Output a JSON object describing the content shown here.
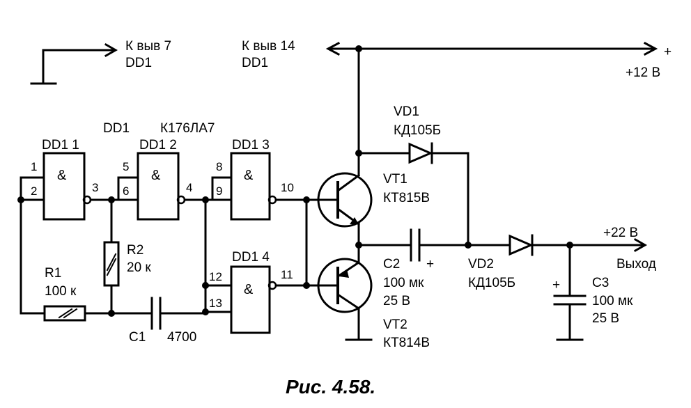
{
  "caption": "Рис. 4.58.",
  "top_labels": {
    "to_pin7": [
      "К выв 7",
      "DD1"
    ],
    "to_pin14": [
      "К выв 14",
      "DD1"
    ],
    "plus12": [
      "+",
      "+12 В"
    ]
  },
  "ic_title": [
    "DD1",
    "К176ЛА7"
  ],
  "gates": [
    {
      "name": "DD1 1",
      "symbol": "&",
      "in_pins": [
        "1",
        "2"
      ],
      "out_pin": "3"
    },
    {
      "name": "DD1 2",
      "symbol": "&",
      "in_pins": [
        "5",
        "6"
      ],
      "out_pin": "4"
    },
    {
      "name": "DD1 3",
      "symbol": "&",
      "in_pins": [
        "8",
        "9"
      ],
      "out_pin": "10"
    },
    {
      "name": "DD1 4",
      "symbol": "&",
      "in_pins": [
        "12",
        "13"
      ],
      "out_pin": "11"
    }
  ],
  "components": {
    "R1": [
      "R1",
      "100 к"
    ],
    "R2": [
      "R2",
      "20 к"
    ],
    "C1": [
      "C1",
      "4700"
    ],
    "VD1": [
      "VD1",
      "КД105Б"
    ],
    "VT1": [
      "VT1",
      "КТ815В"
    ],
    "C2": [
      "C2",
      "100 мк",
      "25 В"
    ],
    "C2_plus": "+",
    "VD2": [
      "VD2",
      "КД105Б"
    ],
    "VT2": [
      "VT2",
      "КТ814В"
    ],
    "C3": [
      "C3",
      "100 мк",
      "25 В"
    ],
    "C3_plus": "+"
  },
  "output": [
    "+22 В",
    "Выход"
  ]
}
